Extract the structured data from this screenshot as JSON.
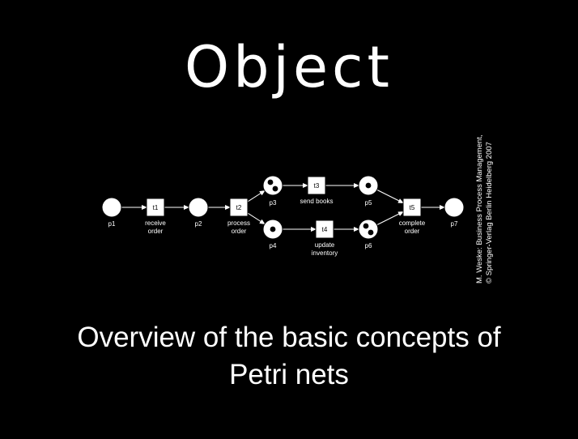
{
  "title": "Object",
  "subtitle": [
    "Overview of the basic concepts of",
    "Petri nets"
  ],
  "credit": [
    "M. Weske: Business Process Management,",
    "© Springer-Verlag Berlin Heidelberg 2007"
  ],
  "petri_net": {
    "places": [
      {
        "id": "p1",
        "label": "p1",
        "tokens": 0
      },
      {
        "id": "p2",
        "label": "p2",
        "tokens": 0
      },
      {
        "id": "p3",
        "label": "p3",
        "tokens": 2
      },
      {
        "id": "p4",
        "label": "p4",
        "tokens": 1
      },
      {
        "id": "p5",
        "label": "p5",
        "tokens": 1
      },
      {
        "id": "p6",
        "label": "p6",
        "tokens": 2
      },
      {
        "id": "p7",
        "label": "p7",
        "tokens": 0
      }
    ],
    "transitions": [
      {
        "id": "t1",
        "label": "t1",
        "caption": [
          "receive",
          "order"
        ]
      },
      {
        "id": "t2",
        "label": "t2",
        "caption": [
          "process",
          "order"
        ]
      },
      {
        "id": "t3",
        "label": "t3",
        "caption": [
          "send books"
        ]
      },
      {
        "id": "t4",
        "label": "t4",
        "caption": [
          "update",
          "inventory"
        ]
      },
      {
        "id": "t5",
        "label": "t5",
        "caption": [
          "complete",
          "order"
        ]
      }
    ],
    "arcs": [
      [
        "p1",
        "t1"
      ],
      [
        "t1",
        "p2"
      ],
      [
        "p2",
        "t2"
      ],
      [
        "t2",
        "p3"
      ],
      [
        "t2",
        "p4"
      ],
      [
        "p3",
        "t3"
      ],
      [
        "t3",
        "p5"
      ],
      [
        "p4",
        "t4"
      ],
      [
        "t4",
        "p6"
      ],
      [
        "p5",
        "t5"
      ],
      [
        "p6",
        "t5"
      ],
      [
        "t5",
        "p7"
      ]
    ]
  }
}
